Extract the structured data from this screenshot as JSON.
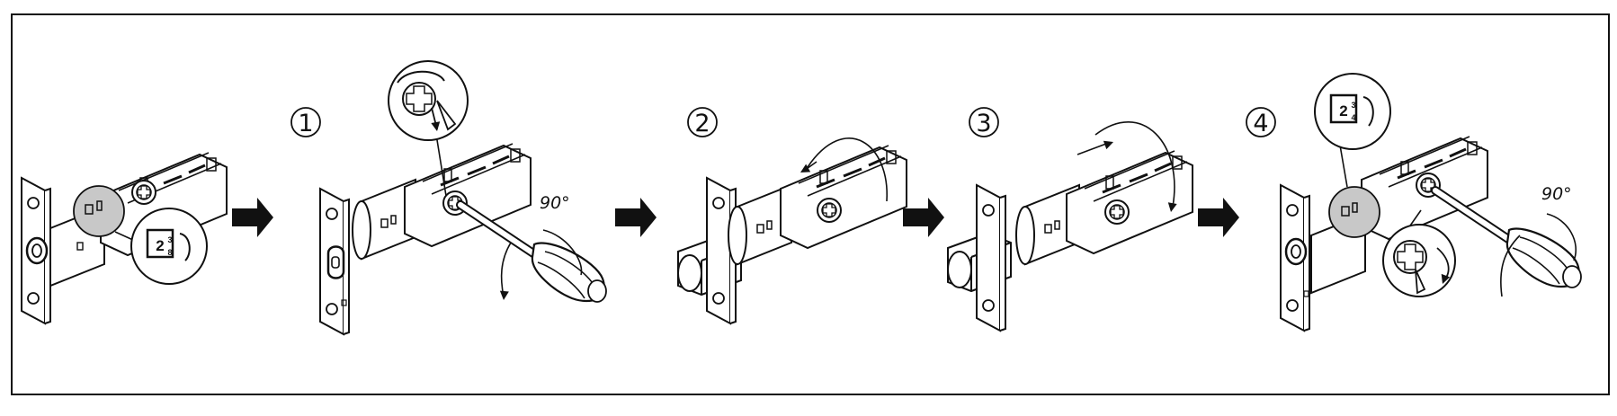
{
  "figure": {
    "steps": [
      {
        "id": "step-0",
        "number": ""
      },
      {
        "id": "step-1",
        "number": "1",
        "angle": "90°"
      },
      {
        "id": "step-2",
        "number": "2"
      },
      {
        "id": "step-3",
        "number": "3"
      },
      {
        "id": "step-4",
        "number": "4",
        "angle": "90°"
      }
    ],
    "backset_start": {
      "whole": "2",
      "frac_num": "3",
      "frac_den": "8"
    },
    "backset_end": {
      "whole": "2",
      "frac_num": "3",
      "frac_den": "4"
    },
    "colors": {
      "line": "#111111",
      "highlight": "#c8c8c8",
      "background": "#ffffff"
    }
  }
}
